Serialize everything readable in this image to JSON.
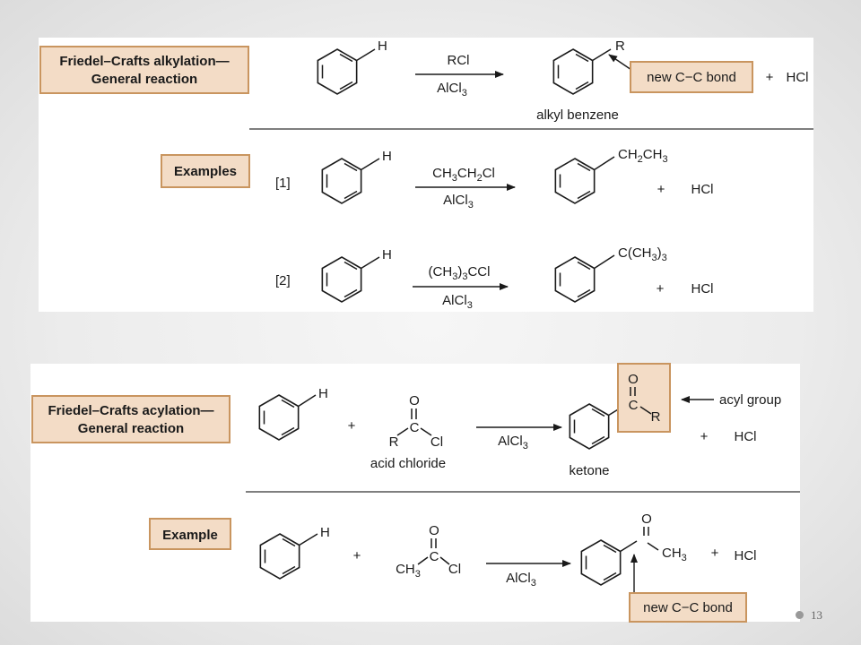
{
  "slide_number": "13",
  "alkylation": {
    "title_line1": "Friedel–Crafts alkylation—",
    "title_line2": "General reaction",
    "reagent": "RCl",
    "catalyst": "AlCl3",
    "substituent_h": "H",
    "substituent_r": "R",
    "product_label": "alkyl benzene",
    "new_bond_label": "new C−C bond",
    "plus": "+",
    "byproduct": "HCl",
    "examples_label": "Examples",
    "examples": [
      {
        "index": "[1]",
        "reagent": "CH3CH2Cl",
        "catalyst": "AlCl3",
        "product_group": "CH2CH3",
        "plus": "+",
        "byproduct": "HCl"
      },
      {
        "index": "[2]",
        "reagent": "(CH3)3CCl",
        "catalyst": "AlCl3",
        "product_group": "C(CH3)3",
        "plus": "+",
        "byproduct": "HCl"
      }
    ]
  },
  "acylation": {
    "title_line1": "Friedel–Crafts acylation—",
    "title_line2": "General reaction",
    "substituent_h": "H",
    "plus": "+",
    "acid_chloride_label": "acid chloride",
    "catalyst": "AlCl3",
    "ketone_label": "ketone",
    "acyl_group_label": "acyl group",
    "byproduct": "HCl",
    "atom_o": "O",
    "atom_c": "C",
    "atom_r": "R",
    "atom_cl": "Cl",
    "example_label": "Example",
    "example": {
      "reagent_methyl": "CH3",
      "catalyst": "AlCl3",
      "product_methyl": "CH3",
      "plus": "+",
      "byproduct": "HCl",
      "new_bond_label": "new C−C bond"
    }
  }
}
